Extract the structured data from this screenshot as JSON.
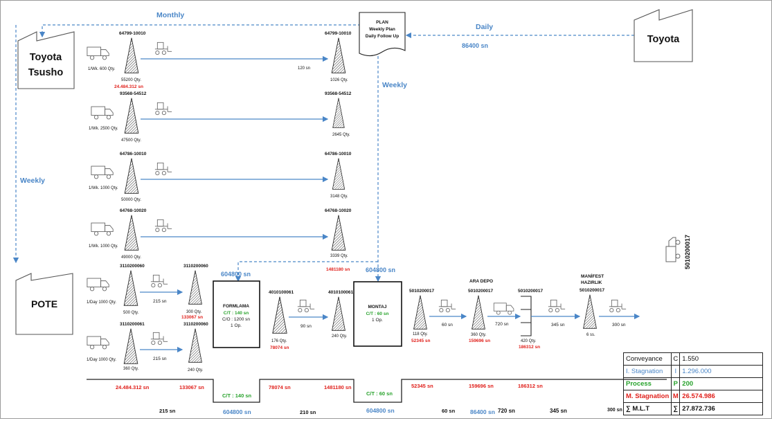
{
  "flows": {
    "monthly": "Monthly",
    "daily": "Daily",
    "weekly_left": "Weekly",
    "weekly_plan": "Weekly"
  },
  "plan": {
    "line1": "PLAN",
    "line2": "Weekly Plan",
    "line3": "Daily Follow Up"
  },
  "toyota": {
    "name": "Toyota",
    "takt": "86400 sn"
  },
  "tsusho": {
    "line1": "Toyota",
    "line2": "Tsusho"
  },
  "pote": {
    "name": "POTE"
  },
  "lanes": [
    {
      "part_left": "64799-10010",
      "supply": "1/Wk. 600 Qty.",
      "qty_left": "55200 Qty.",
      "time_left": "24.484.312 sn",
      "part_right": "64799-10010",
      "qty_right": "1026 Qty.",
      "trans": "120 sn"
    },
    {
      "part_left": "93568-54512",
      "supply": "1/Wk. 2500 Qty.",
      "qty_left": "47500 Qty.",
      "part_right": "93568-54512",
      "qty_right": "2645 Qty."
    },
    {
      "part_left": "64786-10010",
      "supply": "1/Wk. 1000 Qty.",
      "qty_left": "50000 Qty.",
      "part_right": "64786-10010",
      "qty_right": "3148 Qty."
    },
    {
      "part_left": "64768-10020",
      "supply": "1/Wk. 1000 Qty.",
      "qty_left": "49000 Qty.",
      "part_right": "64768-10020",
      "qty_right": "3339 Qty.",
      "time_right": "1481180 sn"
    }
  ],
  "pote_lanes": [
    {
      "part_left": "3110200060",
      "supply": "1/Day 1000 Qty.",
      "qty_left": "500 Qty.",
      "trans": "215 sn",
      "part_right": "3110200060",
      "qty_right": "300 Qty.",
      "time_right": "133067 sn"
    },
    {
      "part_left": "3110200061",
      "supply": "1/Day 1000 Qty.",
      "qty_left": "360 Qty.",
      "trans": "215 sn",
      "part_right": "3110200060",
      "qty_right": "240 Qty."
    }
  ],
  "takt_formlama": "604800 sn",
  "takt_montaj": "604800 sn",
  "formlama": {
    "name": "FORMLAMA",
    "ct": "C/T : 140 sn",
    "co": "C/O : 1200 sn",
    "op": "1 Op."
  },
  "montaj": {
    "name": "MONTAJ",
    "ct": "C/T : 60 sn",
    "op": "1 Op."
  },
  "inv_formlama_out": {
    "part": "4010100061",
    "qty": "176 Qty.",
    "time": "78074 sn"
  },
  "trans_90": "90 sn",
  "inv_montaj_in": {
    "part": "4010100061",
    "qty": "240 Qty."
  },
  "inv_montaj_out": {
    "part": "5010200017",
    "qty": "118 Qty.",
    "time": "52345 sn"
  },
  "trans_60": "60 sn",
  "ara_depo": {
    "label": "ARA DEPO",
    "part": "5010200017",
    "qty": "360 Qty.",
    "time": "159696 sn"
  },
  "trans_720": "720 sn",
  "store": {
    "part": "5010200017",
    "qty": "420 Qty.",
    "time": "186312 sn"
  },
  "trans_345": "345 sn",
  "manifest": {
    "line1": "MANİFEST",
    "line2": "HAZIRLIK",
    "part": "5010200017",
    "qty": "6 ss."
  },
  "trans_300": "300 sn",
  "truck_right_label": "5010200017",
  "timeline": {
    "up": [
      "24.484.312 sn",
      "133067 sn",
      "78074 sn",
      "1481180 sn",
      "52345 sn",
      "159696 sn",
      "186312 sn"
    ],
    "down_ct1": "C/T : 140 sn",
    "down_ct2": "C/T : 60 sn",
    "bottom": [
      "215 sn",
      "604800 sn",
      "210 sn",
      "604800 sn",
      "60 sn",
      "86400 sn",
      "720 sn",
      "345 sn",
      "300 sn"
    ]
  },
  "summary": [
    {
      "label": "Conveyance",
      "sym": "C",
      "value": "1.550"
    },
    {
      "label": "I. Stagnation",
      "sym": "I",
      "value": "1.296.000"
    },
    {
      "label": "Process",
      "sym": "P",
      "value": "200"
    },
    {
      "label": "M. Stagnation",
      "sym": "M",
      "value": "26.574.986"
    },
    {
      "label": "∑ M.L.T",
      "sym": "∑",
      "value": "27.872.736"
    }
  ],
  "colors": {
    "blue": "#4a86c7",
    "red": "#e0201b",
    "green": "#27a22b",
    "line": "#4a86c7"
  }
}
